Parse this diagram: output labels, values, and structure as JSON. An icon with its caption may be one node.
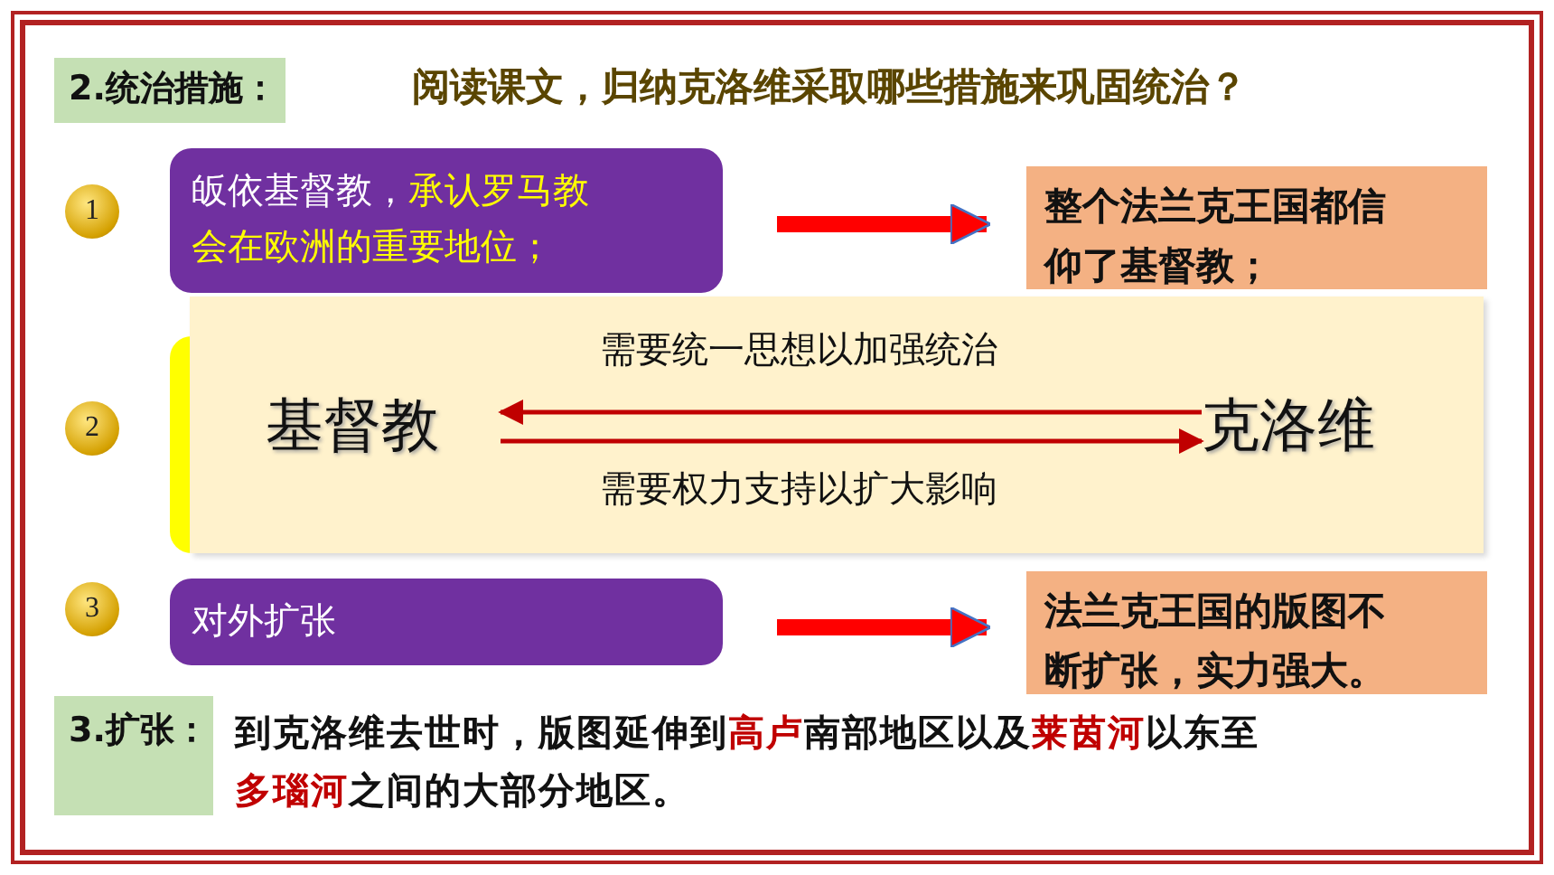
{
  "diagram": {
    "nodes": [
      {
        "text": [
          "2.统治措施："
        ]
      },
      {
        "text": [
          "1"
        ]
      },
      {
        "text": [
          "皈依基督教，**承认罗马教会在欧洲的重要地位；**"
        ]
      },
      {
        "text": [
          "整个法兰克王国都信仰了基督教；"
        ]
      },
      {
        "text": [
          "2"
        ]
      },
      {
        "text": [],
        "shape": "box"
      },
      {
        "text": [],
        "shape": "box"
      },
      {
        "text": [
          "基督教"
        ],
        "in": 6
      },
      {
        "text": [
          "克洛维"
        ],
        "in": 6
      },
      {
        "text": [
          "3"
        ]
      },
      {
        "text": [
          "对外扩张"
        ]
      },
      {
        "text": [
          "法兰克王国的版图不断扩张，实力强大。"
        ]
      },
      {
        "text": [
          "3.扩张："
        ]
      }
    ],
    "edges": [
      {
        "from": 2,
        "to": 3,
        "arrow": "to",
        "style": "thick",
        "color": "#ff0000"
      },
      {
        "from": 8,
        "to": 7,
        "arrow": "to",
        "label": "需要统一思想以加强统治",
        "color": "#c00000"
      },
      {
        "from": 7,
        "to": 8,
        "arrow": "to",
        "label": "需要权力支持以扩大影响",
        "color": "#c00000"
      },
      {
        "from": 10,
        "to": 11,
        "arrow": "to",
        "style": "thick",
        "color": "#ff0000"
      }
    ],
    "labels": [
      "阅读课文，归纳克洛维采取哪些措施来巩固统治？",
      "到克洛维去世时，版图延伸到**高卢**南部地区以及**莱茵河**以东至**多瑙河**之间的大部分地区。"
    ]
  }
}
